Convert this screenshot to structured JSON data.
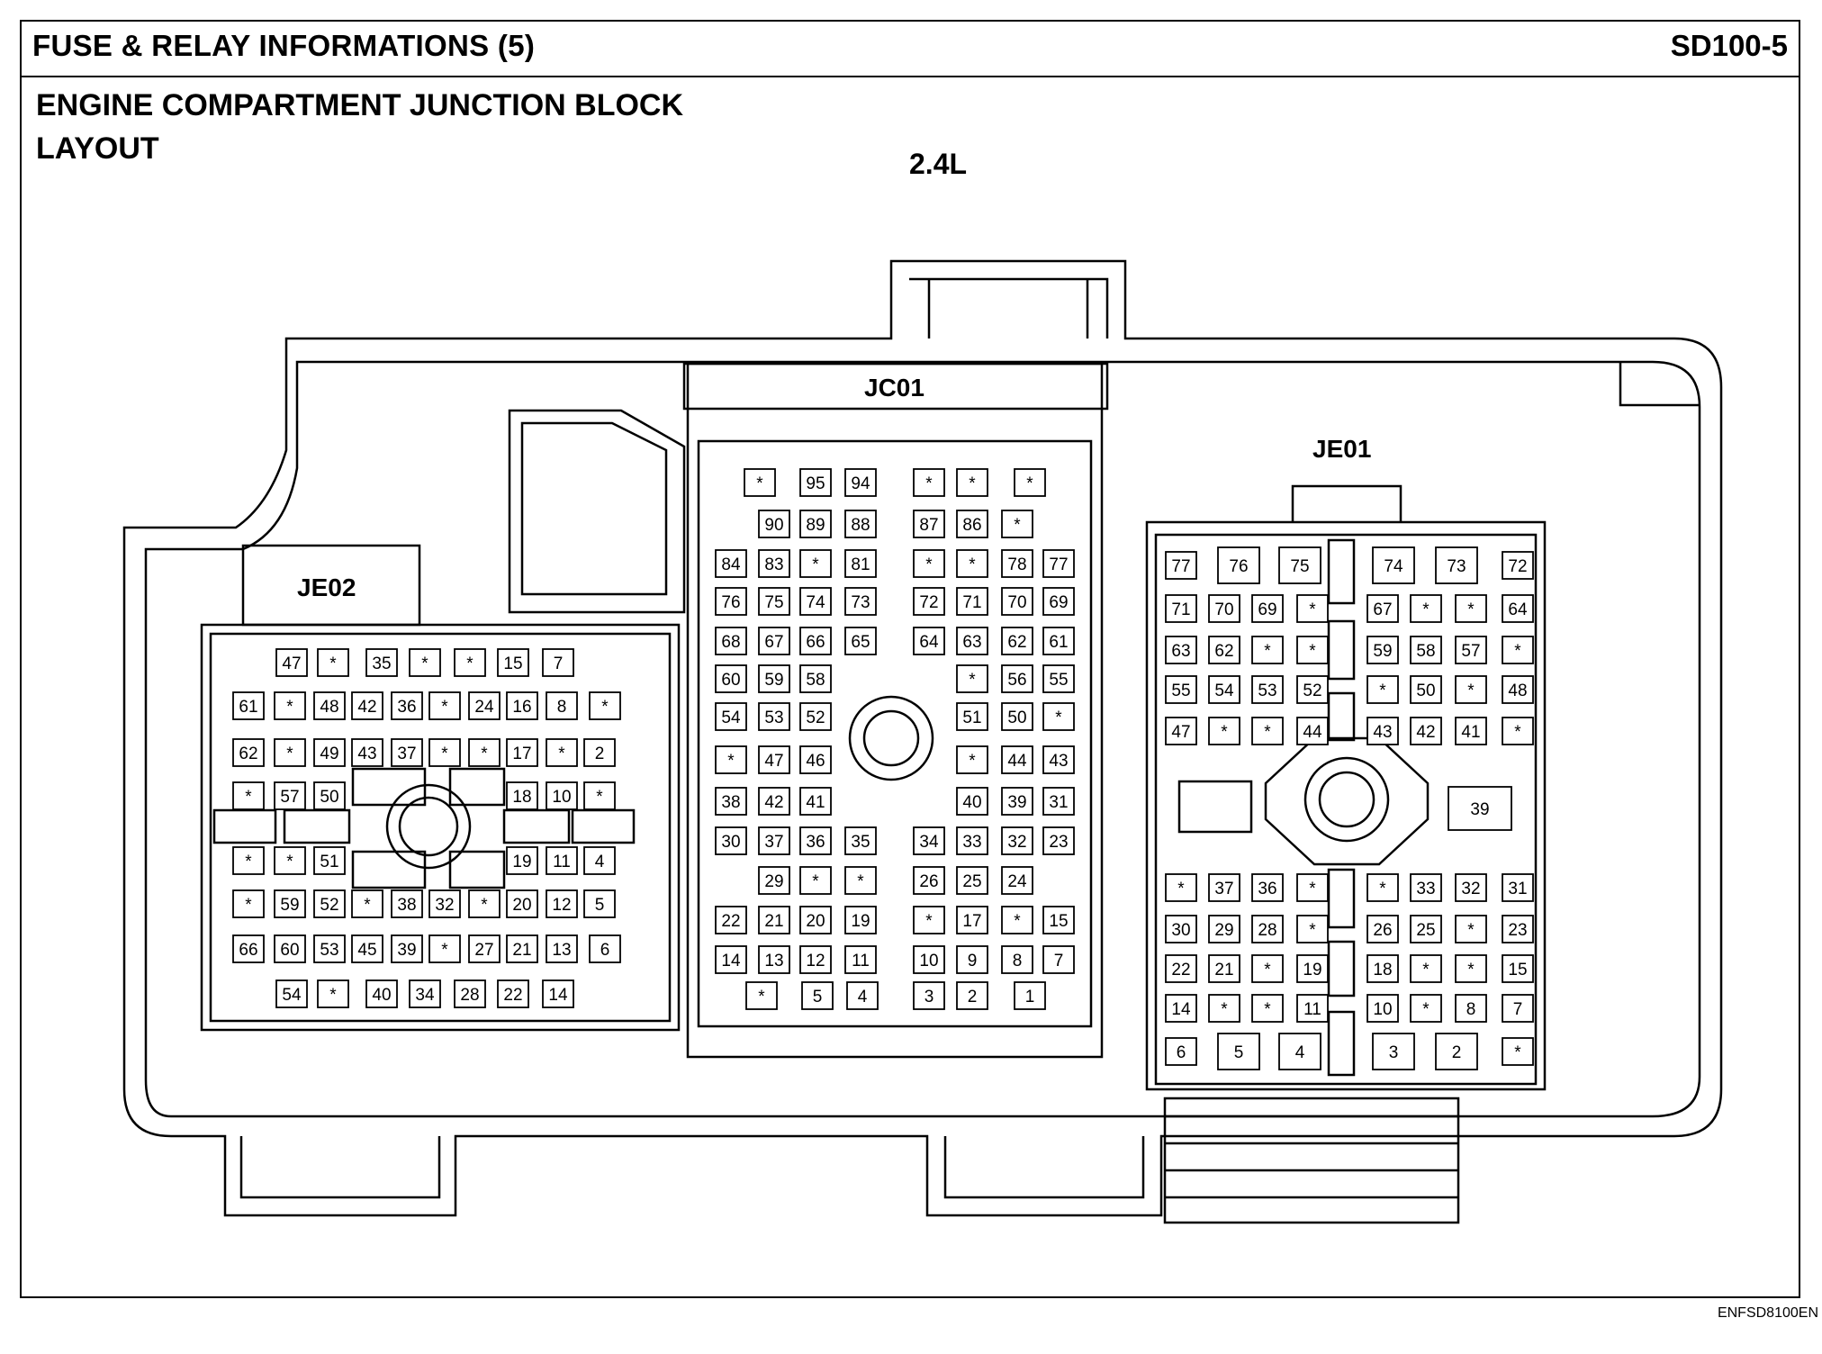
{
  "header": {
    "title": "FUSE & RELAY INFORMATIONS (5)",
    "code": "SD100-5"
  },
  "subtitle": {
    "line1": "ENGINE COMPARTMENT JUNCTION BLOCK",
    "line2": "LAYOUT"
  },
  "variant": "2.4L",
  "footer_code": "ENFSD8100EN",
  "connectors": {
    "je02": {
      "label": "JE02",
      "rows": [
        [
          "47",
          "*",
          "35",
          "*",
          "*",
          "15",
          "7"
        ],
        [
          "61",
          "*",
          "48",
          "42",
          "36",
          "*",
          "24",
          "16",
          "8",
          "*"
        ],
        [
          "62",
          "*",
          "49",
          "43",
          "37",
          "*",
          "*",
          "17",
          "*",
          "2"
        ],
        [
          "*",
          "57",
          "50",
          "18",
          "10",
          "*"
        ],
        [
          "*",
          "*",
          "51",
          "19",
          "11",
          "4"
        ],
        [
          "*",
          "59",
          "52",
          "*",
          "38",
          "32",
          "*",
          "20",
          "12",
          "5"
        ],
        [
          "66",
          "60",
          "53",
          "45",
          "39",
          "*",
          "27",
          "21",
          "13",
          "6"
        ],
        [
          "54",
          "*",
          "40",
          "34",
          "28",
          "22",
          "14"
        ]
      ]
    },
    "jc01": {
      "label": "JC01",
      "rows": [
        [
          "*",
          "95",
          "94",
          "*",
          "*",
          "*"
        ],
        [
          "90",
          "89",
          "88",
          "87",
          "86",
          "*"
        ],
        [
          "84",
          "83",
          "*",
          "81",
          "*",
          "*",
          "78",
          "77"
        ],
        [
          "76",
          "75",
          "74",
          "73",
          "72",
          "71",
          "70",
          "69"
        ],
        [
          "68",
          "67",
          "66",
          "65",
          "64",
          "63",
          "62",
          "61"
        ],
        [
          "60",
          "59",
          "58",
          "*",
          "56",
          "55"
        ],
        [
          "54",
          "53",
          "52",
          "51",
          "50",
          "*"
        ],
        [
          "*",
          "47",
          "46",
          "*",
          "44",
          "43"
        ],
        [
          "38",
          "42",
          "41",
          "40",
          "39",
          "31"
        ],
        [
          "30",
          "37",
          "36",
          "35",
          "34",
          "33",
          "32",
          "23"
        ],
        [
          "29",
          "*",
          "*",
          "26",
          "25",
          "24"
        ],
        [
          "22",
          "21",
          "20",
          "19",
          "*",
          "17",
          "*",
          "15"
        ],
        [
          "14",
          "13",
          "12",
          "11",
          "10",
          "9",
          "8",
          "7"
        ],
        [
          "*",
          "5",
          "4",
          "3",
          "2",
          "1"
        ]
      ]
    },
    "je01": {
      "label": "JE01",
      "rows": [
        [
          "77",
          "76",
          "75",
          "74",
          "73",
          "72"
        ],
        [
          "71",
          "70",
          "69",
          "*",
          "67",
          "*",
          "*",
          "64"
        ],
        [
          "63",
          "62",
          "*",
          "*",
          "59",
          "58",
          "57",
          "*"
        ],
        [
          "55",
          "54",
          "53",
          "52",
          "*",
          "50",
          "*",
          "48"
        ],
        [
          "47",
          "*",
          "*",
          "44",
          "43",
          "42",
          "41",
          "*"
        ],
        [
          "39"
        ],
        [
          "*",
          "37",
          "36",
          "*",
          "*",
          "33",
          "32",
          "31"
        ],
        [
          "30",
          "29",
          "28",
          "*",
          "26",
          "25",
          "*",
          "23"
        ],
        [
          "22",
          "21",
          "*",
          "19",
          "18",
          "*",
          "*",
          "15"
        ],
        [
          "14",
          "*",
          "*",
          "11",
          "10",
          "*",
          "8",
          "7"
        ],
        [
          "6",
          "5",
          "4",
          "3",
          "2",
          "*"
        ]
      ]
    }
  }
}
